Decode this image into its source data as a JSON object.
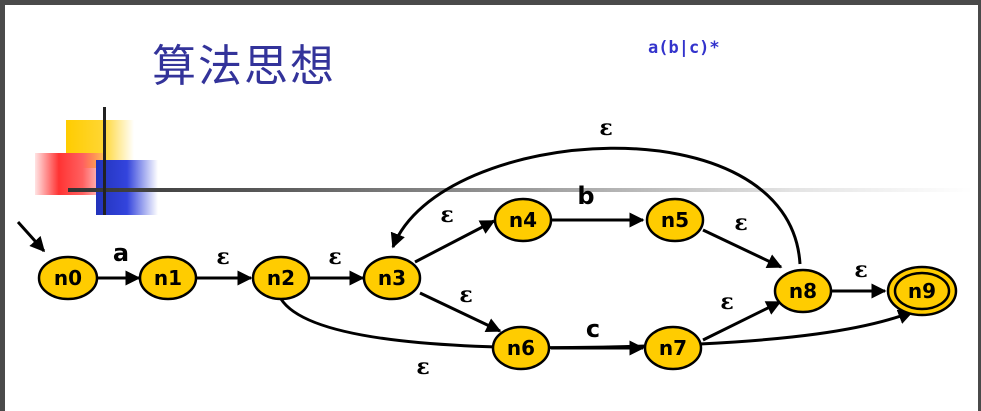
{
  "slide": {
    "title": "算法思想",
    "regex": "a(b|c)*"
  },
  "nodes": [
    {
      "id": "n0",
      "label": "n0",
      "accepting": false
    },
    {
      "id": "n1",
      "label": "n1",
      "accepting": false
    },
    {
      "id": "n2",
      "label": "n2",
      "accepting": false
    },
    {
      "id": "n3",
      "label": "n3",
      "accepting": false
    },
    {
      "id": "n4",
      "label": "n4",
      "accepting": false
    },
    {
      "id": "n5",
      "label": "n5",
      "accepting": false
    },
    {
      "id": "n6",
      "label": "n6",
      "accepting": false
    },
    {
      "id": "n7",
      "label": "n7",
      "accepting": false
    },
    {
      "id": "n8",
      "label": "n8",
      "accepting": false
    },
    {
      "id": "n9",
      "label": "n9",
      "accepting": true
    }
  ],
  "edges": [
    {
      "from": "start",
      "to": "n0",
      "label": ""
    },
    {
      "from": "n0",
      "to": "n1",
      "label": "a"
    },
    {
      "from": "n1",
      "to": "n2",
      "label": "ε"
    },
    {
      "from": "n2",
      "to": "n3",
      "label": "ε"
    },
    {
      "from": "n3",
      "to": "n4",
      "label": "ε"
    },
    {
      "from": "n3",
      "to": "n6",
      "label": "ε"
    },
    {
      "from": "n4",
      "to": "n5",
      "label": "b"
    },
    {
      "from": "n6",
      "to": "n7",
      "label": "c"
    },
    {
      "from": "n5",
      "to": "n8",
      "label": "ε"
    },
    {
      "from": "n7",
      "to": "n8",
      "label": "ε"
    },
    {
      "from": "n8",
      "to": "n9",
      "label": "ε"
    },
    {
      "from": "n8",
      "to": "n3",
      "label": "ε"
    },
    {
      "from": "n2",
      "to": "n9",
      "label": "ε"
    }
  ],
  "colors": {
    "title": "#33339a",
    "regex": "#3333cc",
    "node_fill": "#ffcc00",
    "node_stroke": "#000000"
  }
}
